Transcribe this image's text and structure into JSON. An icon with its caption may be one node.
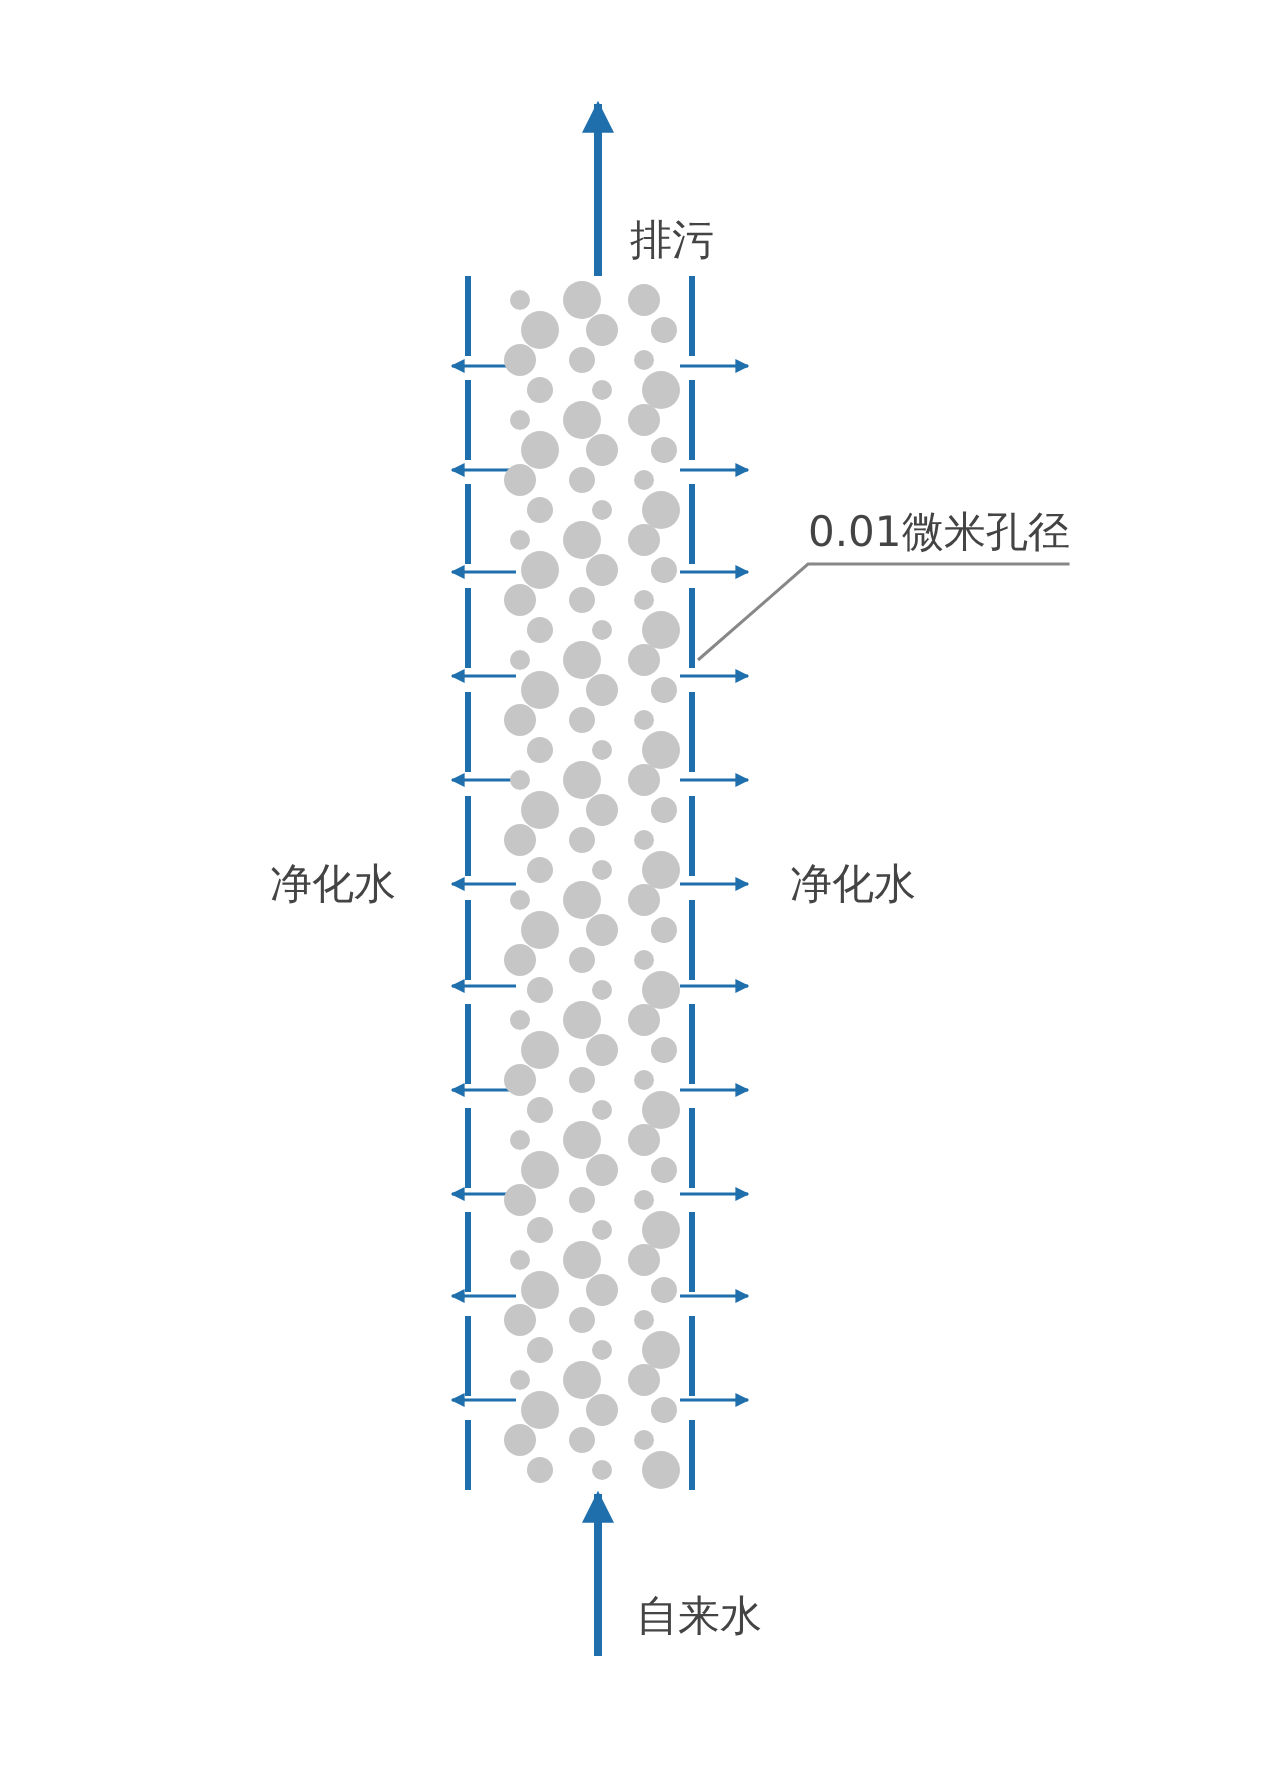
{
  "diagram": {
    "nodes": [
      {
        "text": [],
        "shape": "bar"
      },
      {
        "text": [
          "0.01微米孔径"
        ]
      }
    ],
    "edges": [
      {
        "from": 1,
        "to": 0,
        "arrow": "none",
        "color": "#888888"
      }
    ],
    "labels": [
      "排污",
      "净化水",
      "净化水",
      "自来水"
    ]
  }
}
